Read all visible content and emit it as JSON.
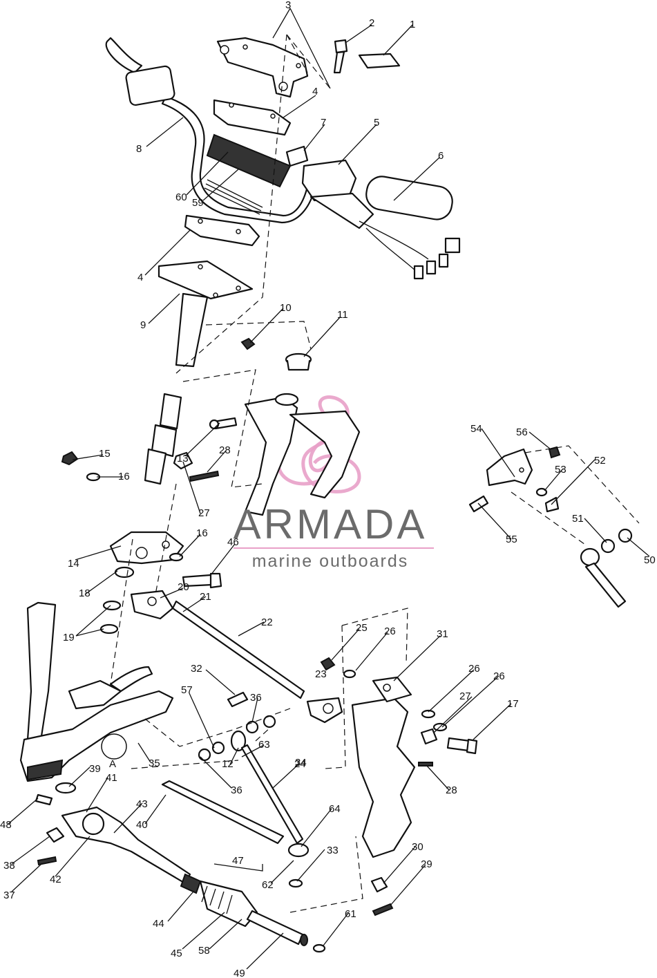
{
  "diagram": {
    "callouts": [
      "1",
      "2",
      "3",
      "4",
      "4",
      "5",
      "6",
      "7",
      "8",
      "9",
      "10",
      "11",
      "12",
      "13",
      "14",
      "15",
      "16",
      "16",
      "17",
      "18",
      "19",
      "20",
      "21",
      "22",
      "23",
      "24",
      "25",
      "26",
      "26",
      "26",
      "27",
      "27",
      "28",
      "28",
      "29",
      "30",
      "31",
      "32",
      "33",
      "34",
      "35",
      "36",
      "36",
      "37",
      "38",
      "39",
      "40",
      "41",
      "42",
      "43",
      "44",
      "45",
      "46",
      "47",
      "48",
      "49",
      "50",
      "51",
      "52",
      "53",
      "54",
      "55",
      "56",
      "57",
      "58",
      "59",
      "60",
      "61",
      "62",
      "63",
      "64",
      "A"
    ]
  },
  "watermark": {
    "brand": "ARMADA",
    "tagline": "marine outboards"
  }
}
